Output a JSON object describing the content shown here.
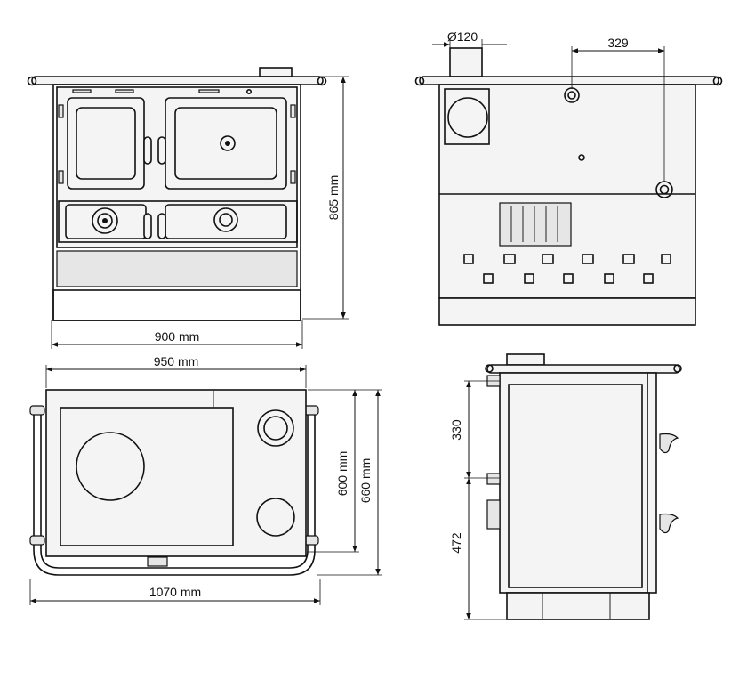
{
  "dimensions": {
    "height_865": "865 mm",
    "width_900": "900 mm",
    "width_950": "950 mm",
    "depth_600": "600 mm",
    "depth_660": "660 mm",
    "width_1070": "1070 mm",
    "flue_diameter": "Ø120",
    "flue_offset_329": "329",
    "side_330": "330",
    "side_472": "472"
  },
  "colors": {
    "line": "#111111",
    "panel": "#f4f4f4",
    "shade": "#e6e6e6"
  }
}
